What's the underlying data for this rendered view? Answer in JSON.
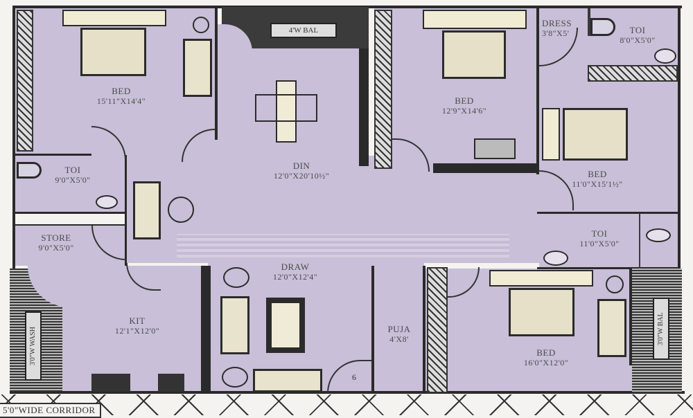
{
  "plan": {
    "title": "Floor Plan",
    "colors": {
      "room_fill": "#c9bfd8",
      "wall": "#2a2a2a",
      "furniture": "#e6e0c8",
      "background": "#f4f3ef"
    },
    "rooms": {
      "bed1": {
        "name": "BED",
        "dim": "15'11\"X14'4\""
      },
      "balcony_top": {
        "name": "4'W BAL"
      },
      "dining": {
        "name": "DIN",
        "dim": "12'0\"X20'10½\""
      },
      "bed2": {
        "name": "BED",
        "dim": "12'9\"X14'6\""
      },
      "dress": {
        "name": "DRESS",
        "dim": "3'8\"X5'"
      },
      "toilet_top_right": {
        "name": "TOI",
        "dim": "8'0\"X5'0\""
      },
      "bed3": {
        "name": "BED",
        "dim": "11'0\"X15'1½\""
      },
      "toilet_left": {
        "name": "TOI",
        "dim": "9'0\"X5'0\""
      },
      "store": {
        "name": "STORE",
        "dim": "9'0\"X5'0\""
      },
      "toilet_right": {
        "name": "TOI",
        "dim": "11'0\"X5'0\""
      },
      "drawing": {
        "name": "DRAW",
        "dim": "12'0\"X12'4\""
      },
      "puja": {
        "name": "PUJA",
        "dim": "4'X8'"
      },
      "kitchen": {
        "name": "KIT",
        "dim": "12'1\"X12'0\""
      },
      "bed4": {
        "name": "BED",
        "dim": "16'0\"X12'0\""
      },
      "balcony_right": {
        "name": "3'0\"W BAL"
      },
      "wash": {
        "name": "3'0\"W WASH"
      }
    },
    "corridor": "5'0\"WIDE CORRIDOR",
    "step_marker": "6"
  }
}
